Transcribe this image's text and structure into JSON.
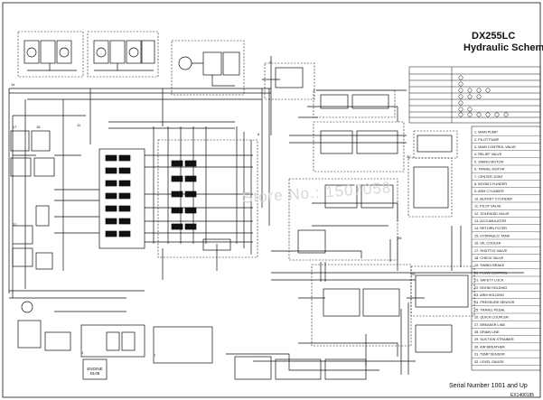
{
  "schematic": {
    "model": "DX255LC",
    "title": "Hydraulic Schema",
    "serial": "Serial Number 1001 and Up",
    "drawing_no": "EX1400185",
    "engine_label": "ENGINE",
    "engine_model": "DL08",
    "watermark": "Store No.: 1507058",
    "components": [
      "MAIN PUMP",
      "PILOT PUMP",
      "MAIN CONTROL VALVE",
      "RELIEF VALVE",
      "SWING MOTOR",
      "TRAVEL MOTOR",
      "CENTER JOINT",
      "BOOM CYLINDER",
      "ARM CYLINDER",
      "BUCKET CYLINDER",
      "PILOT VALVE",
      "SOLENOID VALVE",
      "ACCUMULATOR",
      "RETURN FILTER",
      "HYDRAULIC TANK",
      "OIL COOLER",
      "SHUTTLE VALVE",
      "CHECK VALVE",
      "SWING BRAKE",
      "FLOW CONTROL",
      "SAFETY LOCK",
      "BOOM HOLDING",
      "ARM HOLDING",
      "PRESSURE SENSOR",
      "TRAVEL PEDAL",
      "QUICK COUPLER",
      "BREAKER LINE",
      "DRAIN LINE",
      "SUCTION STRAINER",
      "AIR BREATHER",
      "TEMP SENSOR",
      "LEVEL GAUGE"
    ]
  },
  "colors": {
    "line": "#111111",
    "background": "#ffffff",
    "watermark": "#d7d7d7"
  }
}
